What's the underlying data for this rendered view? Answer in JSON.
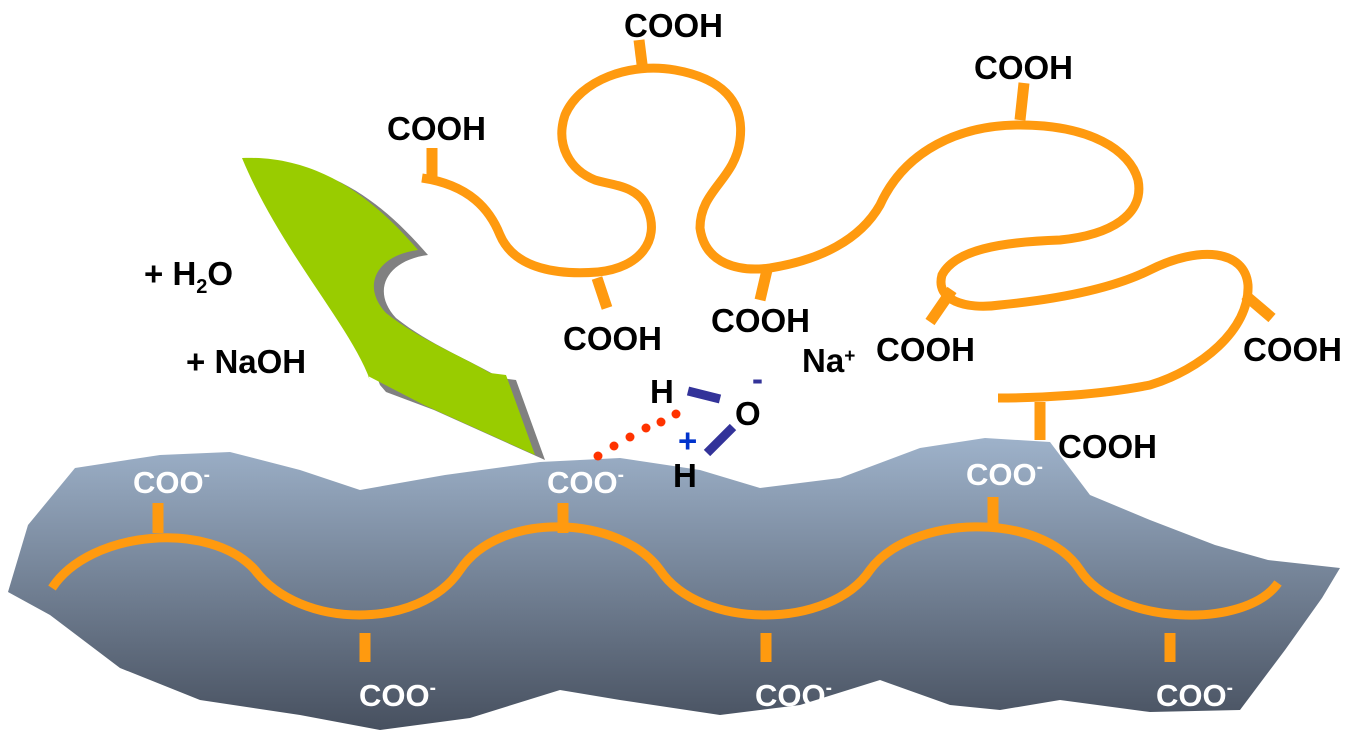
{
  "free_chain_groups": [
    "COOH",
    "COOH",
    "COOH",
    "COOH",
    "COOH",
    "COOH",
    "COOH",
    "COOH"
  ],
  "surface_groups": {
    "base": "COO",
    "charge": "-"
  },
  "reagents": {
    "water": {
      "prefix": "+ H",
      "subscript": "2",
      "suffix": "O"
    },
    "base": "+ NaOH"
  },
  "ions": {
    "sodium": {
      "symbol": "Na",
      "charge": "+"
    }
  },
  "water_molecule": {
    "hydrogen_top": "H",
    "oxygen": "O",
    "hydrogen_bottom": "H",
    "partial_negative": "-",
    "partial_positive": "+"
  },
  "colors": {
    "polymer_chain": "#ff9a0f",
    "substrate_top": "#9eb2ca",
    "substrate_bottom": "#47505f",
    "arrow": "#99cc00",
    "arrow_shadow": "#808080",
    "bond": "#333399",
    "hydrogen_bond": "#ff3300",
    "positive_charge": "#0033cc"
  }
}
